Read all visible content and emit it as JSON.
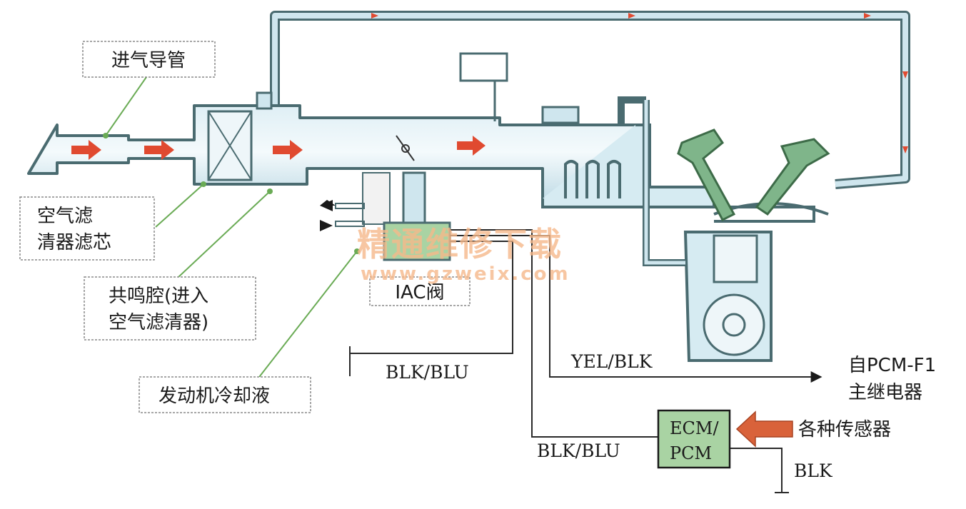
{
  "labels": {
    "intake_duct": "进气导管",
    "air_filter_line1": "空气滤",
    "air_filter_line2": "清器滤芯",
    "resonator_line1": "共鸣腔(进入",
    "resonator_line2": "空气滤清器)",
    "coolant": "发动机冷却液",
    "iac_valve": "IAC阀",
    "from_pcm_line1": "自PCM-F1",
    "from_pcm_line2": "主继电器",
    "sensors": "各种传感器"
  },
  "ecm_box": {
    "line1": "ECM/",
    "line2": "PCM"
  },
  "wires": {
    "blk_blu_ground": "BLK/BLU",
    "yel_blk": "YEL/BLK",
    "blk_blu_ecm": "BLK/BLU",
    "blk": "BLK"
  },
  "watermark": {
    "cn": "精通维修下载",
    "url": "www.gzweix.com"
  },
  "colors": {
    "duct_outline": "#4a6b70",
    "duct_fill": "#cfe6ee",
    "flow_arrow": "#e04a30",
    "ecm_box_fill": "#a9d3a3",
    "ignition_coil": "#7fb58a",
    "wire": "#2a2a2a"
  }
}
